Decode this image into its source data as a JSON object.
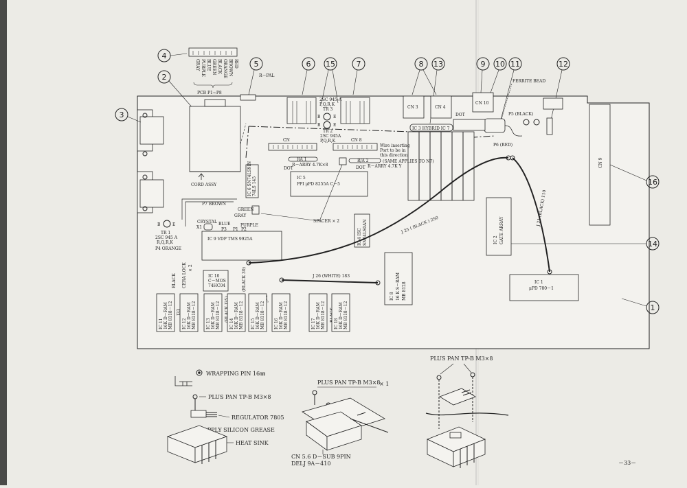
{
  "callouts": [
    "1",
    "2",
    "3",
    "4",
    "5",
    "6",
    "7",
    "8",
    "9",
    "10",
    "11",
    "12",
    "13",
    "14",
    "15",
    "16"
  ],
  "connector_pins": [
    "GRAY",
    "PURPLE",
    "BLUE",
    "GREEN",
    "BLACK",
    "ORANGE",
    "BROWN",
    "RED"
  ],
  "pcb_label": "PCB P1~P8",
  "rpal": "R－PAL",
  "cn3": "CN 3",
  "cn4": "CN 4",
  "cn10": "CN 10",
  "cn7": "CN ",
  "cn8": "CN 8",
  "cn9": "CN 9",
  "hybrid": "IC 3 HYBRID IC 7",
  "ferrite": "FERRITE BEAD",
  "p5": "P5 (BLACK)",
  "p6": "P6 (RED)",
  "dot": "DOT",
  "tr3": [
    "2SC 945-A",
    "P,Q,R,K",
    "TR 3"
  ],
  "tr2": [
    "TR 2",
    "2SC 945A",
    "P,Q,R,K"
  ],
  "wire_note": [
    "Wire inserting",
    "Port to be in",
    "this direction"
  ],
  "ra1": "RA 1",
  "rarry1": "R－ARRY 4.7K×8",
  "ra2": "R/A 2",
  "same_applies": "(SAME APPLIES TO N7)",
  "rarry2": "R－ARRY 4.7K Y",
  "ic5": [
    "IC 5",
    "PPI  μPD 8255A C－5"
  ],
  "ic6": [
    "IC 6 SN74LS9IN",
    "74LS 145"
  ],
  "cord_assy": "CORD ASSY",
  "p7": "P7 BROWN",
  "green": "GREEN",
  "gray": "GRAY",
  "crystal": "CRYSTAL",
  "blue": "BLUE",
  "purple": "PURPLE",
  "p2": "P2",
  "p1": "P1",
  "p3": "P3",
  "x1": "X1",
  "spacer": "SPACER × 2",
  "tr1": [
    "TR 1",
    "2SC 945 A",
    "R,Q,R,K"
  ],
  "p4": "P4 ORANGE",
  "ic9": "IC 9 VDP TMS 9925A",
  "ic4": [
    "IC 4 ISC",
    "SN74LS0AN"
  ],
  "ic2": [
    "IC 2",
    "GATE ARRAY"
  ],
  "j25": "J 25 ( BLACK ) 250",
  "j21": "J 21 (BLACK) 110",
  "j26": "J 26 (WHITE) 183",
  "cera_lock": "CERA LOCK",
  "x2": "× 2",
  "ic10": [
    "IC 10",
    "C－MOS",
    "74HC04"
  ],
  "ic1": [
    "IC 1",
    "μPD 780－1"
  ],
  "ic8": [
    "IC 8",
    "16 K S－RAM",
    "MB 8128"
  ],
  "black_tags": [
    "BLACK",
    "J33",
    "(BLACK J35)",
    "J32",
    "(BLACK 30)",
    "BLACK"
  ],
  "drams": [
    [
      "IC 11",
      "16K D－RAM",
      "MB 8118－12"
    ],
    [
      "IC 12",
      "16K D－RAM",
      "MB 8118－12"
    ],
    [
      "IC 13",
      "16K D－RAM",
      "MB 8118－12"
    ],
    [
      "IC 14",
      "16K D－RAM",
      "MB 8118－12"
    ],
    [
      "IC 15",
      "16K D－RAM",
      "MB 8118－12"
    ],
    [
      "IC 16",
      "16K D－RAM",
      "MB 8118－12"
    ],
    [
      "IC 17",
      "16K D－RAM",
      "MB 8118－12"
    ],
    [
      "IC 18",
      "16K D－RAM",
      "MB 8118－12"
    ]
  ],
  "wrapping_pin": "WRAPPING PIN 16㎜",
  "screw1": "PLUS PAN TP-B M3×8",
  "regulator": "REGULATOR 7805",
  "grease": "APPLY SILICON GREASE",
  "heatsink": "HEAT SINK",
  "screw2": "PLUS PAN TP-B M3×8",
  "screw2_qty": "× 1",
  "dsub": [
    "CN 5.6 D－SUB 9PIN",
    "DELJ 9A－410"
  ],
  "screw3": "PLUS PAN TP-B M3×8",
  "page_number": "－33－"
}
